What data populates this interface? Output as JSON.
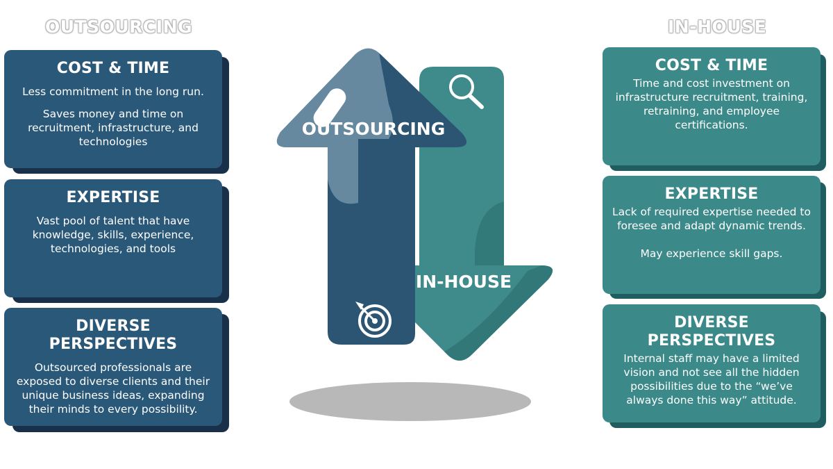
{
  "outsourcing": {
    "title": "OUTSOURCING",
    "cards": [
      {
        "heading": "COST & TIME",
        "paragraphs": [
          "Less commitment in the long run.",
          "Saves money and time on recruitment, infrastructure, and technologies"
        ]
      },
      {
        "heading": "EXPERTISE",
        "paragraphs": [
          "Vast pool of talent that have knowledge, skills, experience, technologies, and tools"
        ]
      },
      {
        "heading": "DIVERSE PERSPECTIVES",
        "paragraphs": [
          "Outsourced professionals are exposed to diverse clients and their unique business ideas, expanding their minds to every possibility."
        ]
      }
    ]
  },
  "inhouse": {
    "title": "IN-HOUSE",
    "cards": [
      {
        "heading": "COST & TIME",
        "paragraphs": [
          "Time and cost investment on infrastructure recruitment, training, retraining, and employee certifications."
        ]
      },
      {
        "heading": "EXPERTISE",
        "paragraphs": [
          "Lack of required expertise needed to foresee and adapt dynamic trends.",
          "May experience skill gaps."
        ]
      },
      {
        "heading": "DIVERSE PERSPECTIVES",
        "paragraphs": [
          "Internal staff may have a limited vision and not see all the hidden possibilities due to the “we’ve always done this way” attitude."
        ]
      }
    ]
  },
  "arrows": {
    "up_label": "OUTSOURCING",
    "down_label": "IN-HOUSE",
    "up_icon": "target-icon",
    "down_icon": "magnifier-icon"
  },
  "colors": {
    "outsourcing_card": "#2a5878",
    "inhouse_card": "#3b8989",
    "up_arrow": "#2c5574",
    "down_arrow": "#3f8a8a"
  }
}
